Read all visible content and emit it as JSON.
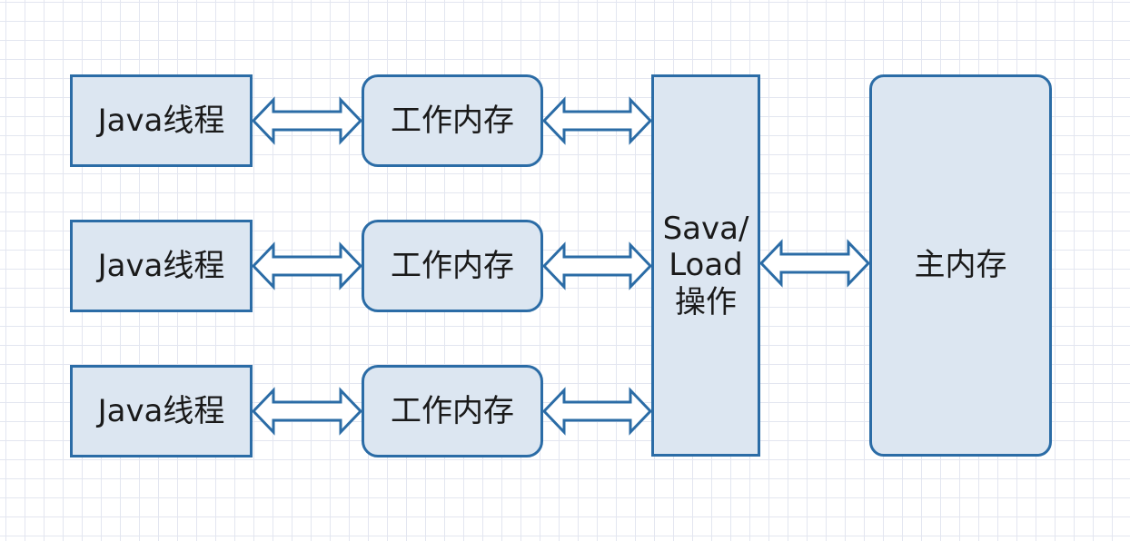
{
  "colors": {
    "box_fill": "#dce6f1",
    "stroke": "#2b6ca6",
    "grid": "#e3e6f0"
  },
  "threads": [
    "Java线程",
    "Java线程",
    "Java线程"
  ],
  "working_memory": [
    "工作内存",
    "工作内存",
    "工作内存"
  ],
  "save_load": {
    "line1": "Sava/",
    "line2": "Load",
    "line3": "操作"
  },
  "main_memory": "主内存"
}
